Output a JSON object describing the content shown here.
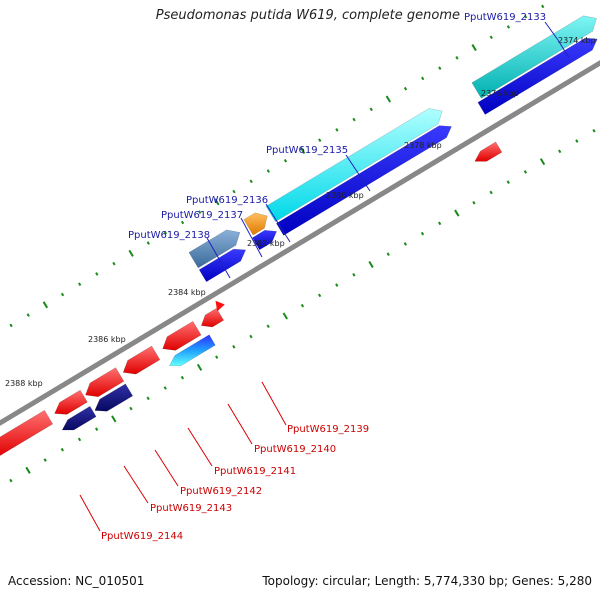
{
  "header": {
    "title": "Pseudomonas putida W619, complete genome"
  },
  "footer": {
    "accession": "Accession: NC_010501",
    "summary": "Topology: circular; Length: 5,774,330 bp; Genes: 5,280"
  },
  "ticks": [
    "2374 kbp",
    "2376 kbp",
    "2378 kbp",
    "2380 kbp",
    "2382 kbp",
    "2384 kbp",
    "2386 kbp",
    "2388 kbp"
  ],
  "labels": {
    "top": [
      "PputW619_2133",
      "PputW619_2135",
      "PputW619_2136",
      "PputW619_2137",
      "PputW619_2138"
    ],
    "bottom": [
      "PputW619_2139",
      "PputW619_2140",
      "PputW619_2141",
      "PputW619_2142",
      "PputW619_2143",
      "PputW619_2144"
    ]
  },
  "colors": {
    "forward_cds": "#0000e6",
    "forward_highlight": "#00dddd",
    "reverse_cds": "#ff1010",
    "reverse_dark": "#101080",
    "pseudo": "#ee8800",
    "steel": "#4f80b0",
    "backbone": "#888888",
    "tick": "#1a8a1a",
    "label_top": "#1a1aa6",
    "label_bottom": "#cc0000"
  }
}
